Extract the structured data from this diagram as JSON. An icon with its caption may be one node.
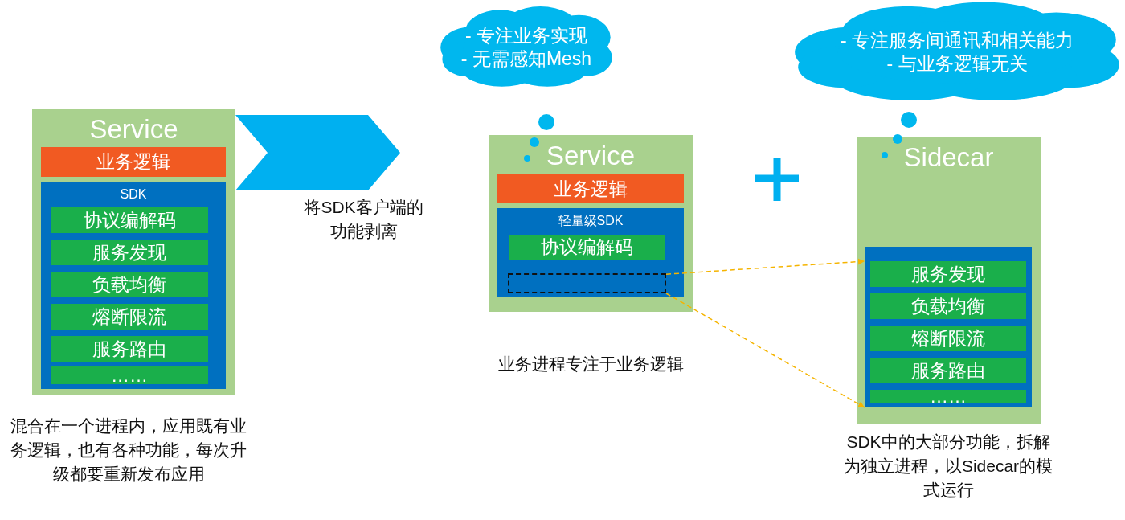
{
  "diagram": {
    "nodes": [
      {
        "text": [
          "Service"
        ],
        "beside": [
          "混合在一个进程内，应用既有业务逻辑，也有各种功能，每次升级都要重新发布应用"
        ]
      },
      {
        "text": [
          "业务逻辑"
        ],
        "in": 0
      },
      {
        "text": [
          "SDK"
        ],
        "in": 0
      },
      {
        "text": [
          "协议编解码"
        ],
        "in": 2
      },
      {
        "text": [
          "服务发现"
        ],
        "in": 2
      },
      {
        "text": [
          "负载均衡"
        ],
        "in": 2
      },
      {
        "text": [
          "熔断限流"
        ],
        "in": 2
      },
      {
        "text": [
          "服务路由"
        ],
        "in": 2
      },
      {
        "text": [
          "……"
        ],
        "in": 2
      },
      {
        "text": [
          "Service"
        ],
        "beside": [
          "业务进程专注于业务逻辑"
        ]
      },
      {
        "text": [
          "业务逻辑"
        ],
        "in": 9
      },
      {
        "text": [
          "轻量级SDK"
        ],
        "in": 9
      },
      {
        "text": [
          "协议编解码"
        ],
        "in": 11
      },
      {
        "text": [],
        "shape": "box",
        "in": 11
      },
      {
        "text": [
          "- 专注业务实现",
          "- 无需感知Mesh"
        ]
      },
      {
        "text": [
          "Sidecar"
        ],
        "beside": [
          "SDK中的大部分功能，拆解为独立进程，以Sidecar的模式运行"
        ]
      },
      {
        "text": [],
        "shape": "box",
        "in": 15
      },
      {
        "text": [
          "服务发现"
        ],
        "in": 16
      },
      {
        "text": [
          "负载均衡"
        ],
        "in": 16
      },
      {
        "text": [
          "熔断限流"
        ],
        "in": 16
      },
      {
        "text": [
          "服务路由"
        ],
        "in": 16
      },
      {
        "text": [
          "……"
        ],
        "in": 16
      },
      {
        "text": [
          "- 专注服务间通讯和相关能力",
          "- 与业务逻辑无关"
        ]
      }
    ],
    "edges": [
      {
        "from": 0,
        "to": 9,
        "arrow": "to",
        "label": "将SDK客户端的功能剥离"
      },
      {
        "from": 13,
        "to": 16,
        "arrow": "to",
        "style": "dashed",
        "color": "#f5b400"
      },
      {
        "from": 13,
        "to": 16,
        "arrow": "to",
        "style": "dashed",
        "color": "#f5b400"
      }
    ]
  }
}
